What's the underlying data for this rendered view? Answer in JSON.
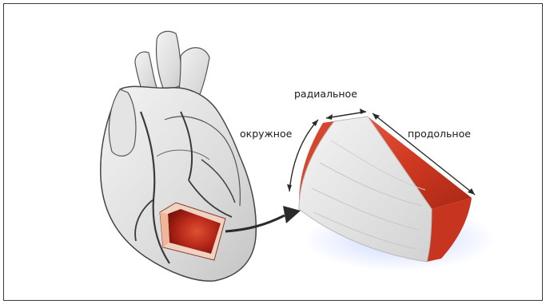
{
  "labels": {
    "radial": "радиальное",
    "circumferential": "окружное",
    "longitudinal": "продольное"
  },
  "colors": {
    "frame_border": "#3a3a3a",
    "muscle_red": "#d8432c",
    "muscle_dark": "#9e2417",
    "tissue_gray": "#e7e7e7",
    "heart_line": "#444444"
  }
}
